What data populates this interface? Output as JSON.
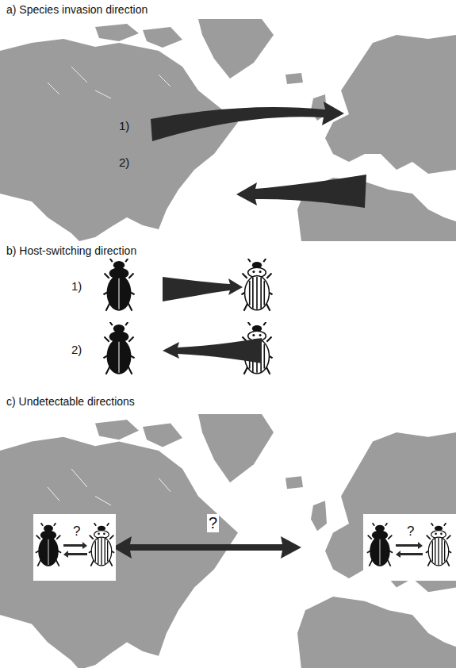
{
  "diagram": {
    "labels": [
      "a) Species invasion direction",
      "1)",
      "2)",
      "b) Host-switching direction",
      "1)",
      "2)",
      "c) Undetectable directions",
      "?",
      "?",
      "?"
    ]
  }
}
